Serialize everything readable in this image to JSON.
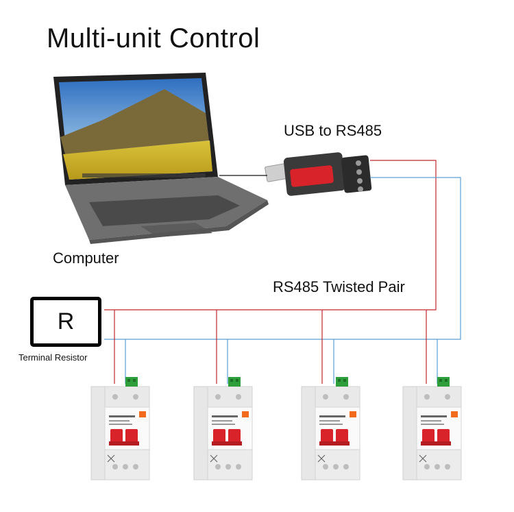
{
  "title": "Multi-unit Control",
  "labels": {
    "usb_converter": "USB to RS485",
    "computer": "Computer",
    "twisted_pair": "RS485 Twisted Pair",
    "resistor_letter": "R",
    "terminal_resistor": "Terminal Resistor"
  },
  "colors": {
    "wire_a": "#c0272d",
    "wire_b": "#5a9fd4",
    "breaker_handle": "#d8232a",
    "terminal_green": "#2e9e3a",
    "indicator_orange": "#f26b1d"
  },
  "breakers": [
    {
      "id": "breaker-1"
    },
    {
      "id": "breaker-2"
    },
    {
      "id": "breaker-3"
    },
    {
      "id": "breaker-4"
    }
  ]
}
